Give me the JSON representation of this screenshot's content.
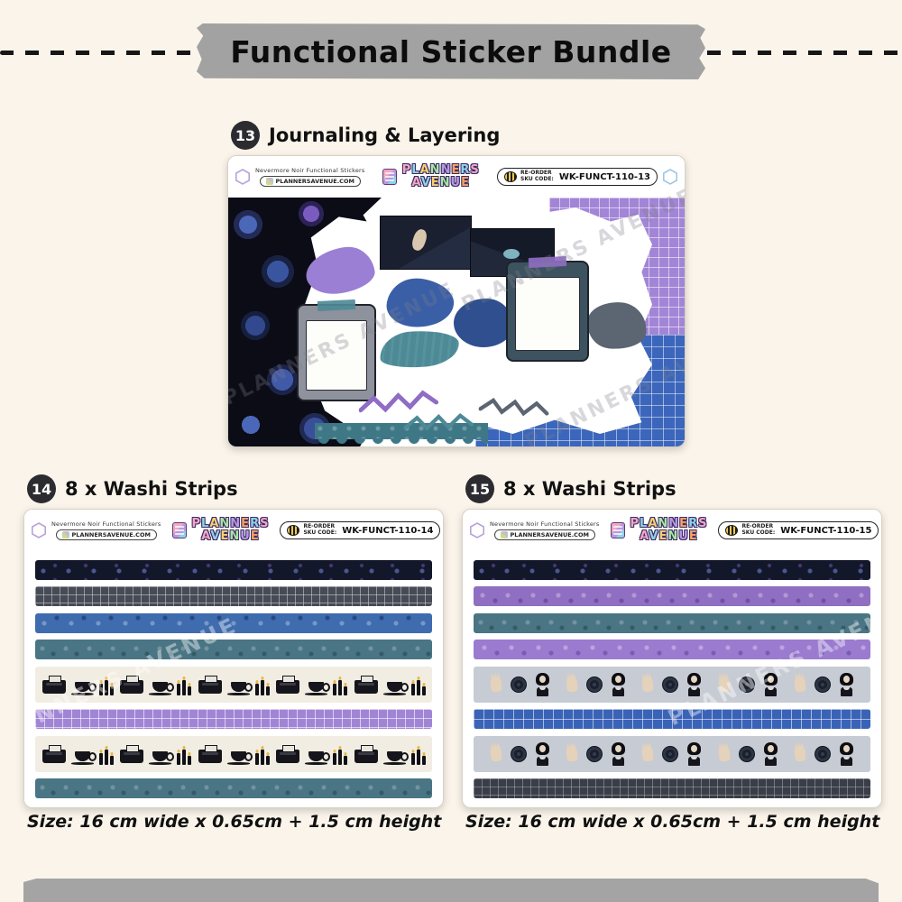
{
  "banner": {
    "label": "Functional Sticker Bundle"
  },
  "watermark": "PLANNERS AVENUE",
  "sections": {
    "journaling": {
      "badge": "13",
      "label": "Journaling & Layering",
      "sheet": {
        "product_line": "Nevermore Noir Functional Stickers",
        "website": "PLANNERSAVENUE.COM",
        "logo_top": "PLANNERS",
        "logo_bottom": "AVENUE",
        "reorder_line1": "RE-ORDER",
        "reorder_line2": "SKU CODE:",
        "sku": "WK-FUNCT-110-13"
      }
    },
    "washi_left": {
      "badge": "14",
      "label": "8 x Washi Strips",
      "size_note": "Size: 16 cm wide x 0.65cm + 1.5 cm height",
      "sheet": {
        "product_line": "Nevermore Noir Functional Stickers",
        "website": "PLANNERSAVENUE.COM",
        "logo_top": "PLANNERS",
        "logo_bottom": "AVENUE",
        "reorder_line1": "RE-ORDER",
        "reorder_line2": "SKU CODE:",
        "sku": "WK-FUNCT-110-14"
      }
    },
    "washi_right": {
      "badge": "15",
      "label": "8 x Washi Strips",
      "size_note": "Size: 16 cm wide x 0.65cm + 1.5 cm height",
      "sheet": {
        "product_line": "Nevermore Noir Functional Stickers",
        "website": "PLANNERSAVENUE.COM",
        "logo_top": "PLANNERS",
        "logo_bottom": "AVENUE",
        "reorder_line1": "RE-ORDER",
        "reorder_line2": "SKU CODE:",
        "sku": "WK-FUNCT-110-15"
      }
    }
  },
  "colors": {
    "background": "#faf4ea",
    "tape_gray": "#a2a2a2",
    "badge_bg": "#2b2b30",
    "purple": "#9b7fd4",
    "blue": "#3a63b8",
    "teal": "#4e8a96",
    "slate": "#5c6572",
    "dark_pattern": "#13172a",
    "logo_palette": [
      "#f2a7c3",
      "#8ed3e8",
      "#f5d06f",
      "#a8e6a2",
      "#b79ae0",
      "#f4a261",
      "#8ed3e8",
      "#f2a7c3"
    ]
  }
}
